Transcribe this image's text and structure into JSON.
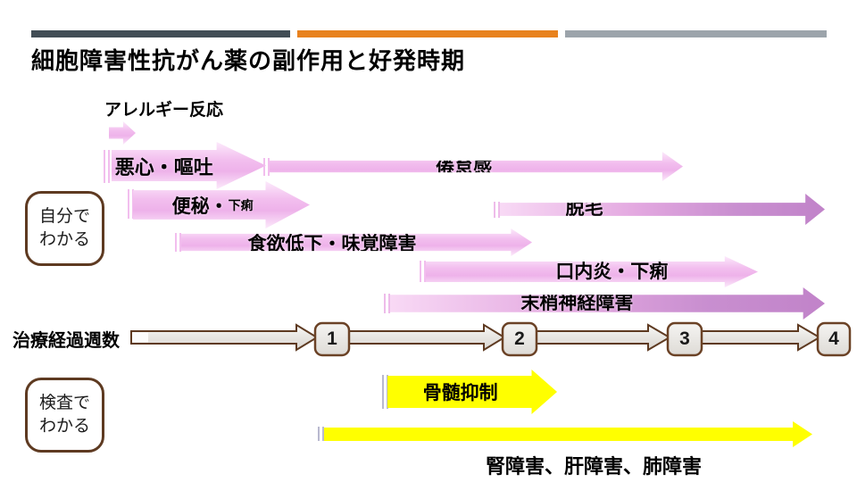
{
  "title": "細胞障害性抗がん薬の副作用と好発時期",
  "header_bars": {
    "left_color": "#414D55",
    "middle_color": "#E8821E",
    "right_color": "#9CA4AB"
  },
  "group_labels": {
    "self_line1": "自分で",
    "self_line2": "わかる",
    "test_line1": "検査で",
    "test_line2": "わかる"
  },
  "timeline": {
    "label": "治療経過週数",
    "weeks": [
      "1",
      "2",
      "3",
      "4"
    ]
  },
  "side_effects": {
    "allergy": "アレルギー反応",
    "nausea": "悪心・嘔吐",
    "fatigue": "倦怠感",
    "constipation_main": "便秘・",
    "constipation_sub": "下痢",
    "hair_loss": "脱毛",
    "appetite": "食欲低下・味覚障害",
    "stomatitis": "口内炎・下痢",
    "neuropathy": "末梢神経障害",
    "bone_marrow": "骨髄抑制",
    "organ_damage": "腎障害、肝障害、肺障害"
  },
  "palette": {
    "pink": "#F2BEEE",
    "purple": "#C285CA",
    "yellow": "#FFFF00",
    "brown": "#5E3A21",
    "timeline_gray": "#E9E7E3"
  }
}
